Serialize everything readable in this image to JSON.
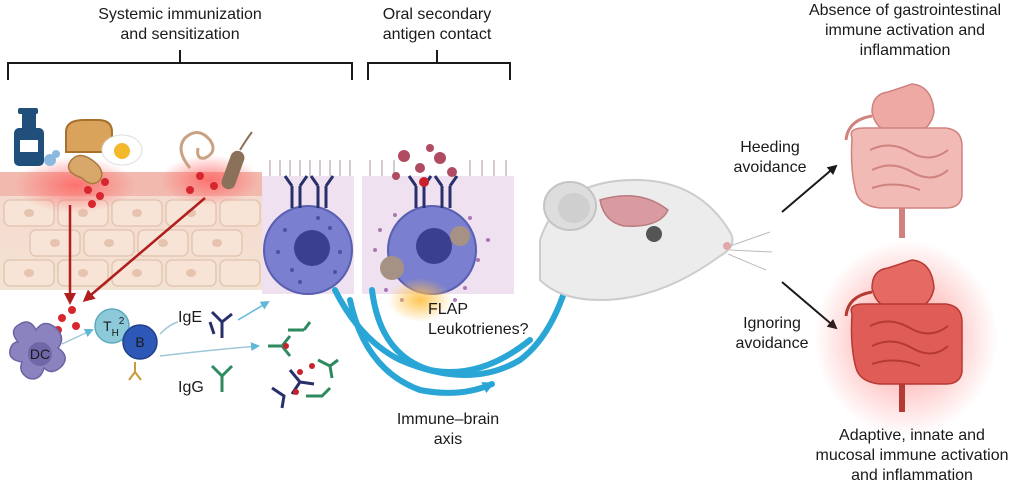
{
  "header": {
    "systemic_line1": "Systemic immunization",
    "systemic_line2": "and sensitization",
    "oral_line1": "Oral secondary",
    "oral_line2": "antigen contact",
    "absence_line1": "Absence of gastrointestinal",
    "absence_line2": "immune activation and",
    "absence_line3": "inflammation"
  },
  "cells": {
    "dc": "DC",
    "th2_main": "T",
    "th2_sub": "H",
    "th2_sup": "2",
    "b": "B",
    "ige": "IgE",
    "igg": "IgG"
  },
  "pathway": {
    "flap": "FLAP",
    "leukotrienes": "Leukotrienes?",
    "immune_brain_line1": "Immune–brain",
    "immune_brain_line2": "axis"
  },
  "outcomes": {
    "heeding_line1": "Heeding",
    "heeding_line2": "avoidance",
    "ignoring_line1": "Ignoring",
    "ignoring_line2": "avoidance",
    "adaptive_line1": "Adaptive, innate and",
    "adaptive_line2": "mucosal immune activation",
    "adaptive_line3": "and inflammation"
  },
  "colors": {
    "axis_arrow": "#2aa6d6",
    "epithelium": "#f3dccd",
    "mast_cell": "#7b7fcf",
    "gut_healthy": "#efa9a4",
    "gut_inflamed": "#d9443f",
    "ige": "#28306b",
    "igg": "#2f8a5f",
    "antigen": "#c9222d"
  }
}
